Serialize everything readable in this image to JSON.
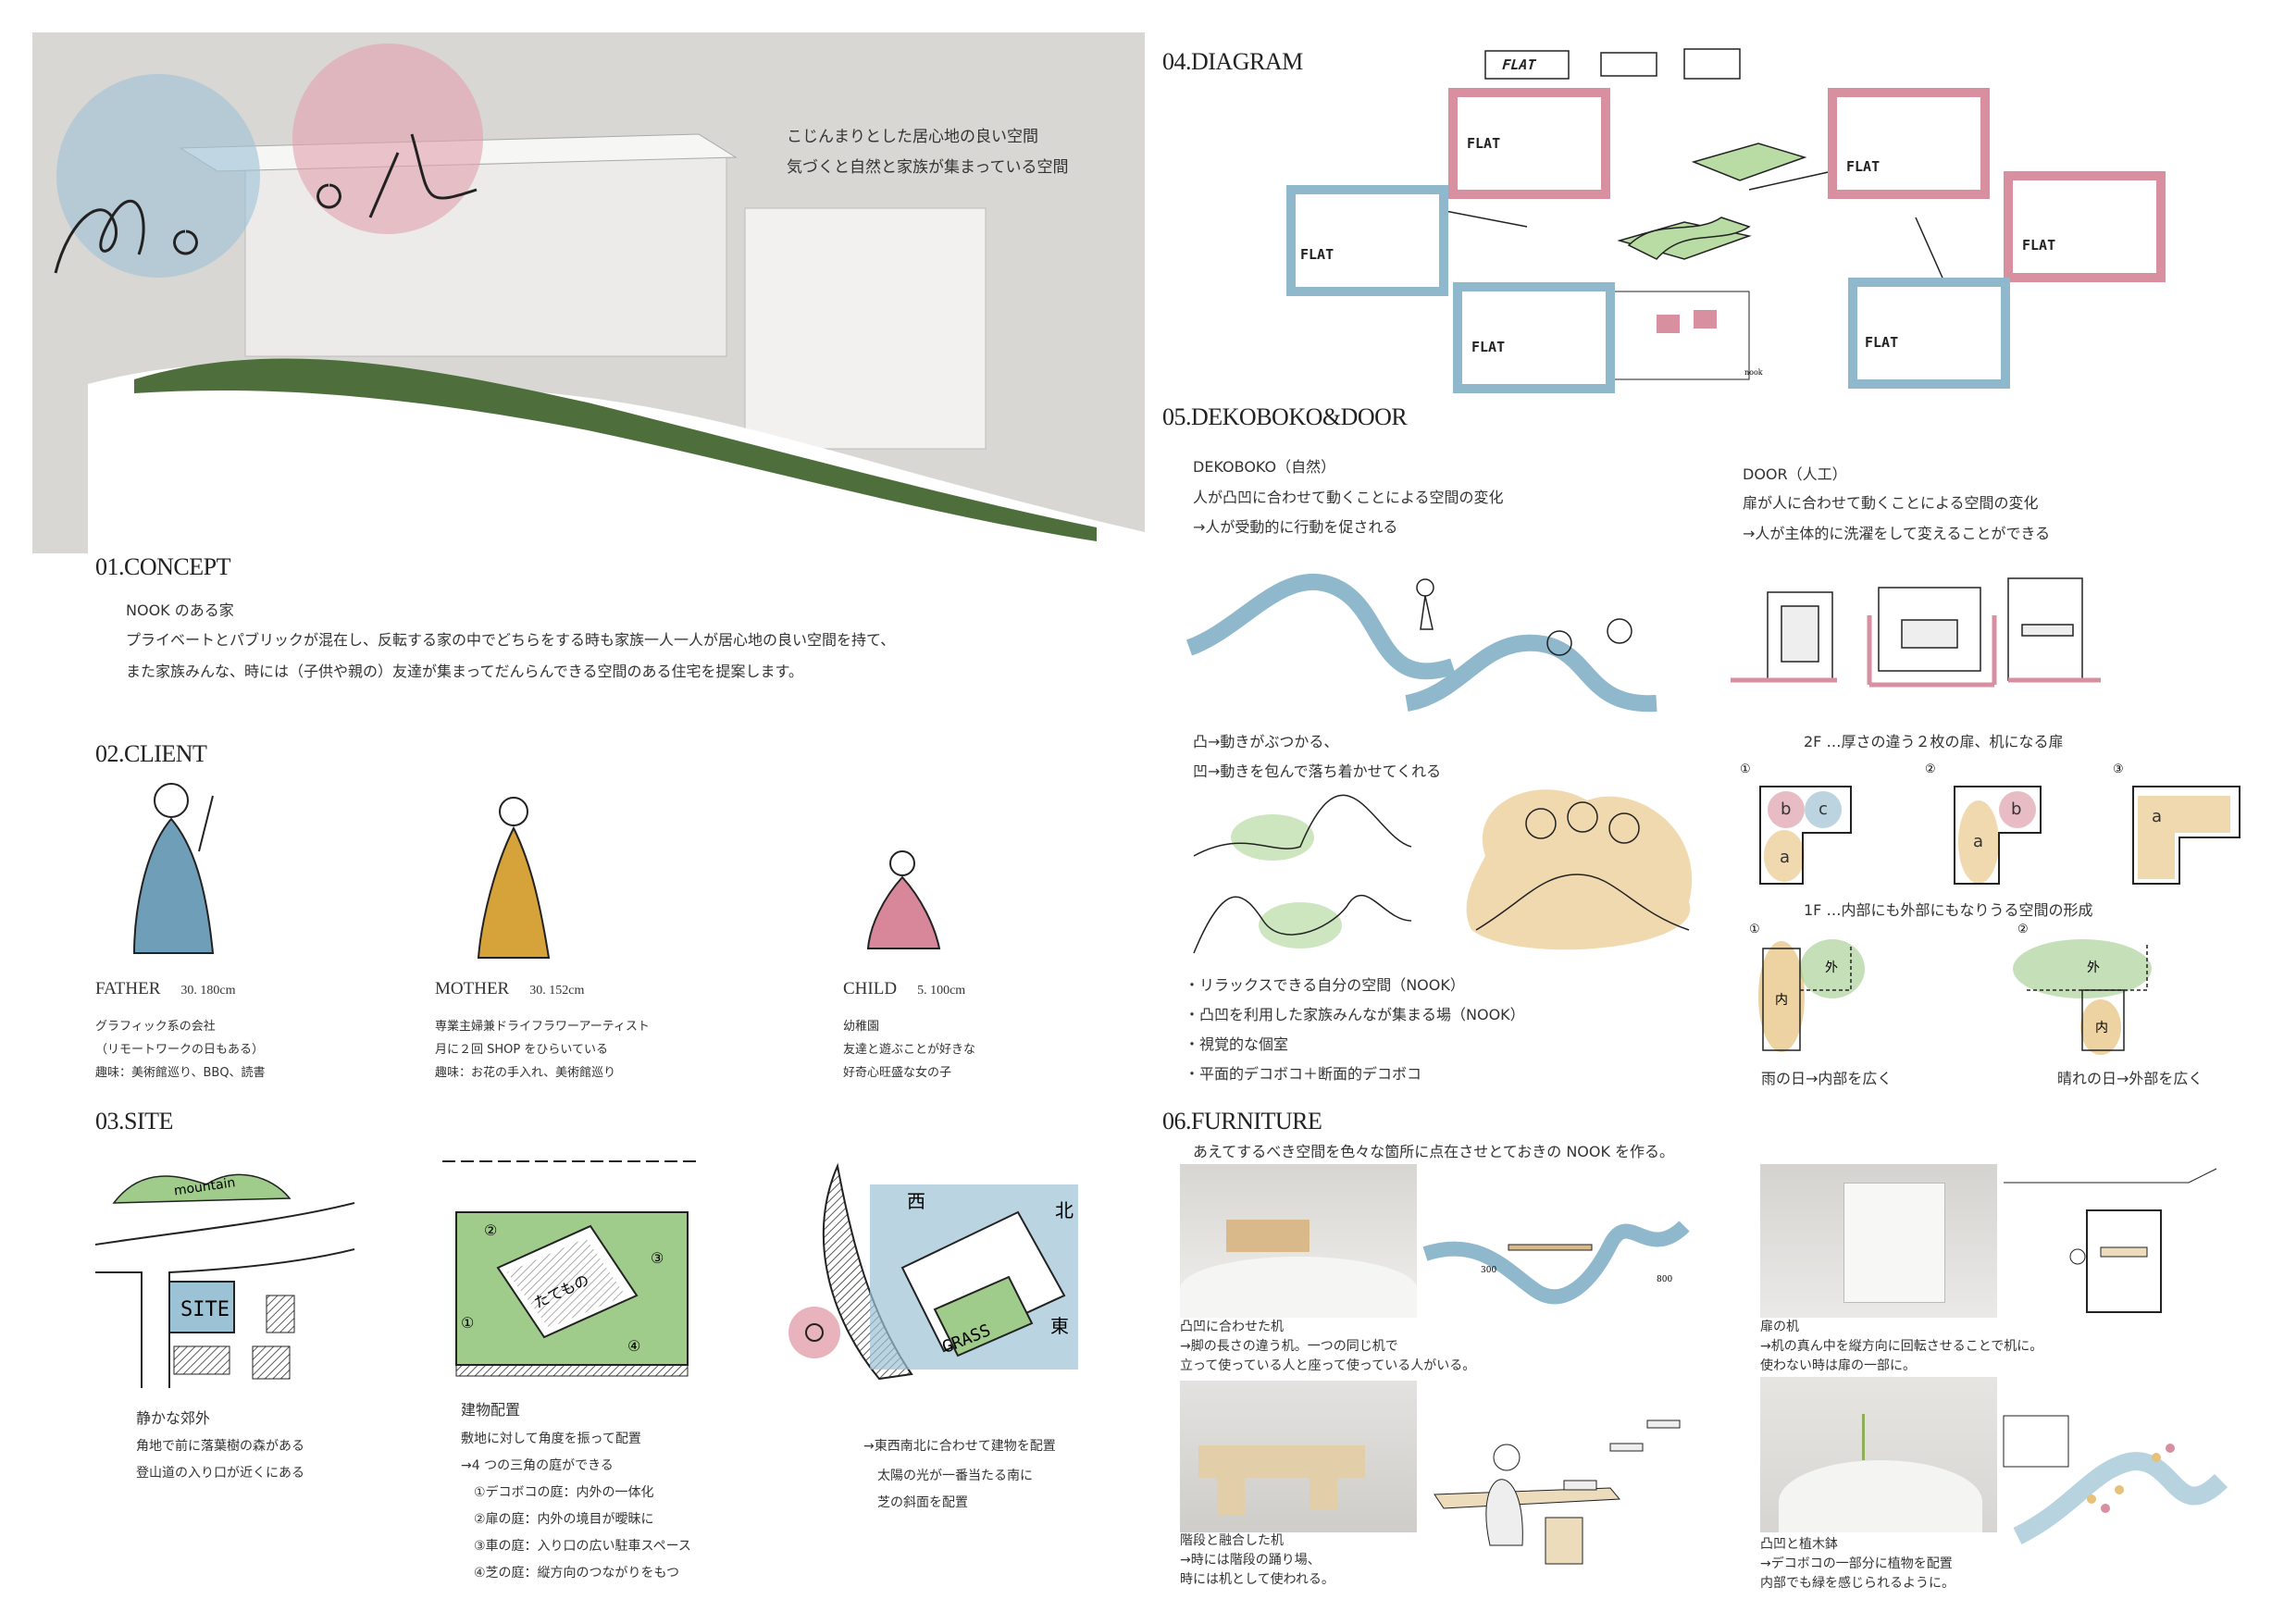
{
  "hero": {
    "logo_text": "Nook",
    "tagline": [
      "こじんまりとした居心地の良い空間",
      "気づくと自然と家族が集まっている空間"
    ]
  },
  "concept": {
    "heading": "01.CONCEPT",
    "title": "NOOK のある家",
    "lines": [
      "プライベートとパブリックが混在し、反転する家の中でどちらをする時も家族一人一人が居心地の良い空間を持て、",
      "また家族みんな、時には（子供や親の）友達が集まってだんらんできる空間のある住宅を提案します。"
    ]
  },
  "client": {
    "heading": "02.CLIENT",
    "members": [
      {
        "name": "FATHER",
        "info": "30.  180cm",
        "lines": [
          "グラフィック系の会社",
          "（リモートワークの日もある）",
          "趣味：美術館巡り、BBQ、読書"
        ]
      },
      {
        "name": "MOTHER",
        "info": "30.  152cm",
        "lines": [
          "専業主婦兼ドライフラワーアーティスト",
          "月に２回 SHOP をひらいている",
          "趣味：お花の手入れ、美術館巡り"
        ]
      },
      {
        "name": "CHILD",
        "info": "5.  100cm",
        "lines": [
          "幼稚園",
          "友達と遊ぶことが好きな",
          "好奇心旺盛な女の子"
        ]
      }
    ]
  },
  "site": {
    "heading": "03.SITE",
    "map_labels": {
      "mountain": "mountain",
      "site": "SITE",
      "building": "たてもの",
      "grass": "GRASS",
      "west": "西",
      "north": "北",
      "east": "東",
      "nums": [
        "①",
        "②",
        "③",
        "④"
      ]
    },
    "col1": [
      "静かな郊外",
      "角地で前に落葉樹の森がある",
      "登山道の入り口が近くにある"
    ],
    "col2": [
      "建物配置",
      "敷地に対して角度を振って配置",
      "→4 つの三角の庭ができる",
      "①デコボコの庭：内外の一体化",
      "②扉の庭：内外の境目が曖昧に",
      "③車の庭：入り口の広い駐車スペース",
      "④芝の庭：縦方向のつながりをもつ"
    ],
    "col3": [
      "→東西南北に合わせて建物を配置",
      "太陽の光が一番当たる南に",
      "芝の斜面を配置"
    ]
  },
  "diagram": {
    "heading": "04.DIAGRAM",
    "flat_label": "FLAT",
    "signature": "nook"
  },
  "dekoboko": {
    "heading": "05.DEKOBOKO&DOOR",
    "left": [
      "DEKOBOKO（自然）",
      "人が凸凹に合わせて動くことによる空間の変化",
      "→人が受動的に行動を促される"
    ],
    "right": [
      "DOOR（人工）",
      "扉が人に合わせて動くことによる空間の変化",
      "→人が主体的に洗濯をして変えることができる"
    ],
    "convex": [
      "凸→動きがぶつかる、",
      "凹→動きを包んで落ち着かせてくれる"
    ],
    "bullets": [
      "・リラックスできる自分の空間（NOOK）",
      "・凸凹を利用した家族みんなが集まる場（NOOK）",
      "・視覚的な個室",
      "・平面的デコボコ＋断面的デコボコ"
    ],
    "floor2": "2F …厚さの違う２枚の扉、机になる扉",
    "floor1": "1F …内部にも外部にもなりうる空間の形成",
    "plan_nums": [
      "①",
      "②",
      "③"
    ],
    "plan_letters": [
      "a",
      "b",
      "c"
    ],
    "inside": "内",
    "outside": "外",
    "rainy": "雨の日→内部を広く",
    "sunny": "晴れの日→外部を広く"
  },
  "furniture": {
    "heading": "06.FURNITURE",
    "intro": "あえてするべき空間を色々な箇所に点在させとておきの NOOK を作る。",
    "dims": [
      "300",
      "800"
    ],
    "items": [
      {
        "lines": [
          "凸凹に合わせた机",
          "→脚の長さの違う机。一つの同じ机で",
          "立って使っている人と座って使っている人がいる。"
        ]
      },
      {
        "lines": [
          "階段と融合した机",
          "→時には階段の踊り場、",
          "時には机として使われる。"
        ]
      },
      {
        "lines": [
          "扉の机",
          "→机の真ん中を縦方向に回転させることで机に。",
          "使わない時は扉の一部に。"
        ]
      },
      {
        "lines": [
          "凸凹と植木鉢",
          "→デコボコの一部分に植物を配置",
          "内部でも緑を感じられるように。"
        ]
      }
    ]
  },
  "colors": {
    "blue": "#8fb8cc",
    "pink": "#d88f9f",
    "green": "#9fcc8a",
    "ochre": "#e7c07a",
    "ink": "#222222"
  }
}
